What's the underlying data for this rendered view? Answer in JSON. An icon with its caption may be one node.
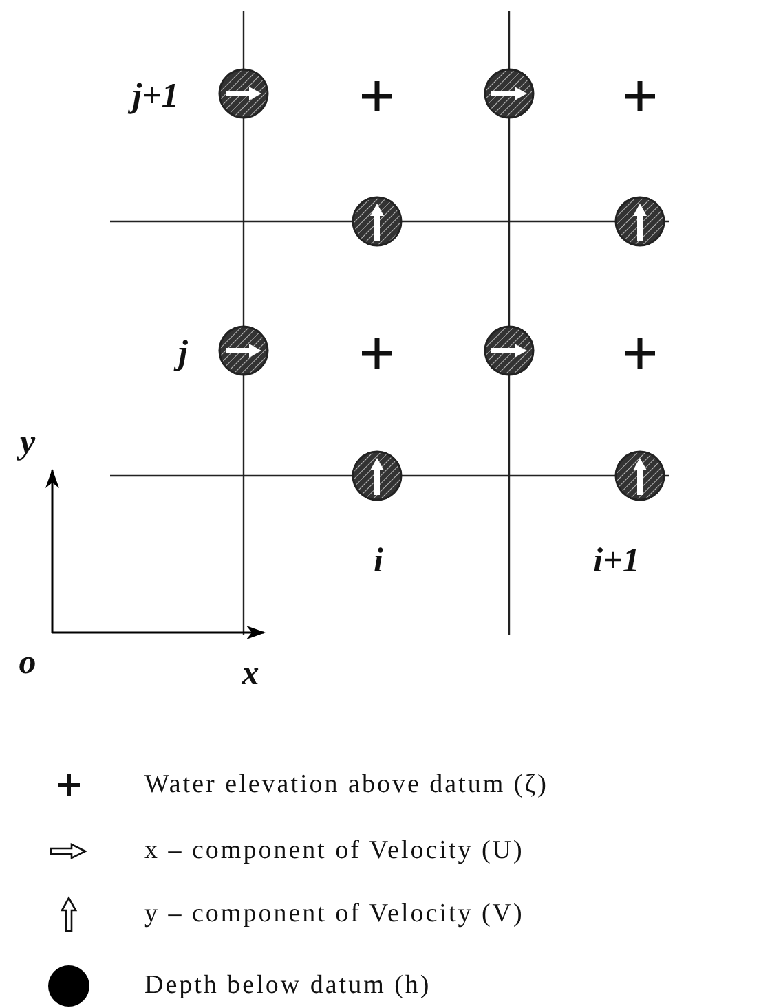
{
  "diagram": {
    "labels": [
      "j+1",
      "j",
      "y",
      "i",
      "i+1",
      "o",
      "x"
    ],
    "legend": [
      {
        "text": "Water elevation above datum (ζ)"
      },
      {
        "text": "x – component of Velocity (U)"
      },
      {
        "text": "y – component of Velocity (V)"
      },
      {
        "text": "Depth below datum (h)"
      }
    ]
  }
}
